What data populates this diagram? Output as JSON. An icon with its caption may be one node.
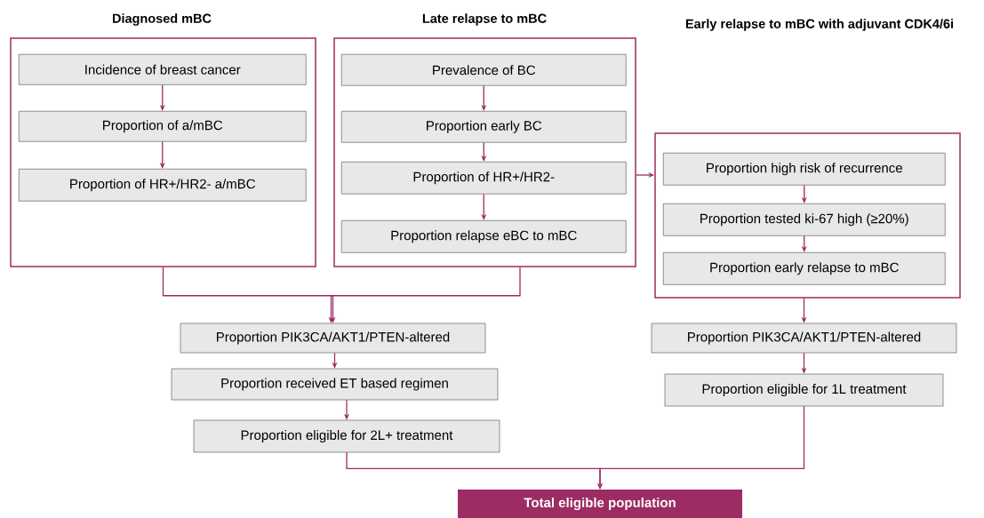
{
  "diagram": {
    "nodes": [
      {
        "text": [
          "Diagnosed mBC"
        ]
      },
      {
        "text": [
          "Incidence of breast cancer"
        ],
        "in": 0
      },
      {
        "text": [
          "Proportion of a/mBC"
        ],
        "in": 0
      },
      {
        "text": [
          "Proportion of HR+/HR2- a/mBC"
        ],
        "in": 0
      },
      {
        "text": [
          "Late relapse to mBC"
        ]
      },
      {
        "text": [
          "Prevalence of BC"
        ],
        "in": 4
      },
      {
        "text": [
          "Proportion early BC"
        ],
        "in": 4
      },
      {
        "text": [
          "Proportion of HR+/HR2-"
        ],
        "in": 4
      },
      {
        "text": [
          "Proportion relapse eBC to mBC"
        ],
        "in": 4
      },
      {
        "text": [],
        "shape": "box"
      },
      {
        "text": [
          "Proportion high risk of recurrence"
        ],
        "in": 9
      },
      {
        "text": [
          "Proportion tested ki-67 high (≥20%)"
        ],
        "in": 9
      },
      {
        "text": [
          "Proportion early relapse to mBC"
        ],
        "in": 9
      },
      {
        "text": [
          "Proportion PIK3CA/AKT1/PTEN-altered"
        ]
      },
      {
        "text": [
          "Proportion received ET based regimen"
        ]
      },
      {
        "text": [
          "Proportion eligible for 2L+ treatment"
        ]
      },
      {
        "text": [
          "Proportion PIK3CA/AKT1/PTEN-altered"
        ]
      },
      {
        "text": [
          "Proportion eligible for 1L treatment"
        ]
      },
      {
        "text": [
          "Total eligible population"
        ]
      }
    ],
    "edges": [
      {
        "from": 1,
        "to": 2,
        "arrow": "to"
      },
      {
        "from": 2,
        "to": 3,
        "arrow": "to"
      },
      {
        "from": 5,
        "to": 6,
        "arrow": "to"
      },
      {
        "from": 6,
        "to": 7,
        "arrow": "to"
      },
      {
        "from": 7,
        "to": 8,
        "arrow": "to"
      },
      {
        "from": 4,
        "to": 9,
        "arrow": "to"
      },
      {
        "from": 10,
        "to": 11,
        "arrow": "to"
      },
      {
        "from": 11,
        "to": 12,
        "arrow": "to"
      },
      {
        "from": 0,
        "to": 13,
        "arrow": "to"
      },
      {
        "from": 4,
        "to": 13,
        "arrow": "to"
      },
      {
        "from": 9,
        "to": 16,
        "arrow": "to"
      },
      {
        "from": 13,
        "to": 14,
        "arrow": "to"
      },
      {
        "from": 14,
        "to": 15,
        "arrow": "to"
      },
      {
        "from": 16,
        "to": 17,
        "arrow": "to"
      },
      {
        "from": 15,
        "to": 18,
        "arrow": "to"
      },
      {
        "from": 17,
        "to": 18,
        "arrow": "to"
      }
    ],
    "labels": [
      "Early relapse to mBC with adjuvant CDK4/6i"
    ]
  }
}
